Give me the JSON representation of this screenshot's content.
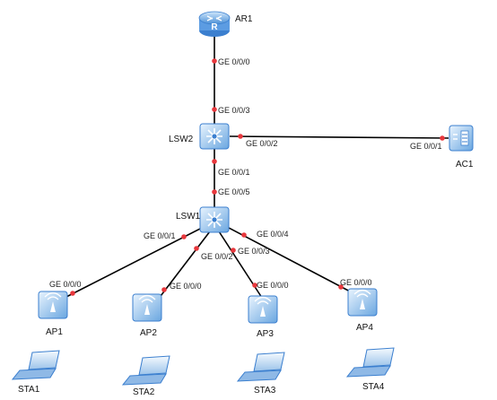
{
  "devices": {
    "ar1": {
      "name": "AR1"
    },
    "lsw2": {
      "name": "LSW2"
    },
    "lsw1": {
      "name": "LSW1"
    },
    "ac1": {
      "name": "AC1"
    },
    "ap1": {
      "name": "AP1"
    },
    "ap2": {
      "name": "AP2"
    },
    "ap3": {
      "name": "AP3"
    },
    "ap4": {
      "name": "AP4"
    },
    "sta1": {
      "name": "STA1"
    },
    "sta2": {
      "name": "STA2"
    },
    "sta3": {
      "name": "STA3"
    },
    "sta4": {
      "name": "STA4"
    }
  },
  "links": {
    "ar1_lsw2": {
      "a_port": "GE 0/0/0",
      "b_port": "GE 0/0/3"
    },
    "lsw2_ac1": {
      "a_port": "GE 0/0/2",
      "b_port": "GE 0/0/1"
    },
    "lsw2_lsw1": {
      "a_port": "GE 0/0/1",
      "b_port": "GE 0/0/5"
    },
    "lsw1_ap1": {
      "a_port": "GE 0/0/1",
      "b_port": "GE 0/0/0"
    },
    "lsw1_ap2": {
      "a_port": "GE 0/0/2",
      "b_port": "GE 0/0/0"
    },
    "lsw1_ap3": {
      "a_port": "GE 0/0/3",
      "b_port": "GE 0/0/0"
    },
    "lsw1_ap4": {
      "a_port": "GE 0/0/4",
      "b_port": "GE 0/0/0"
    }
  }
}
